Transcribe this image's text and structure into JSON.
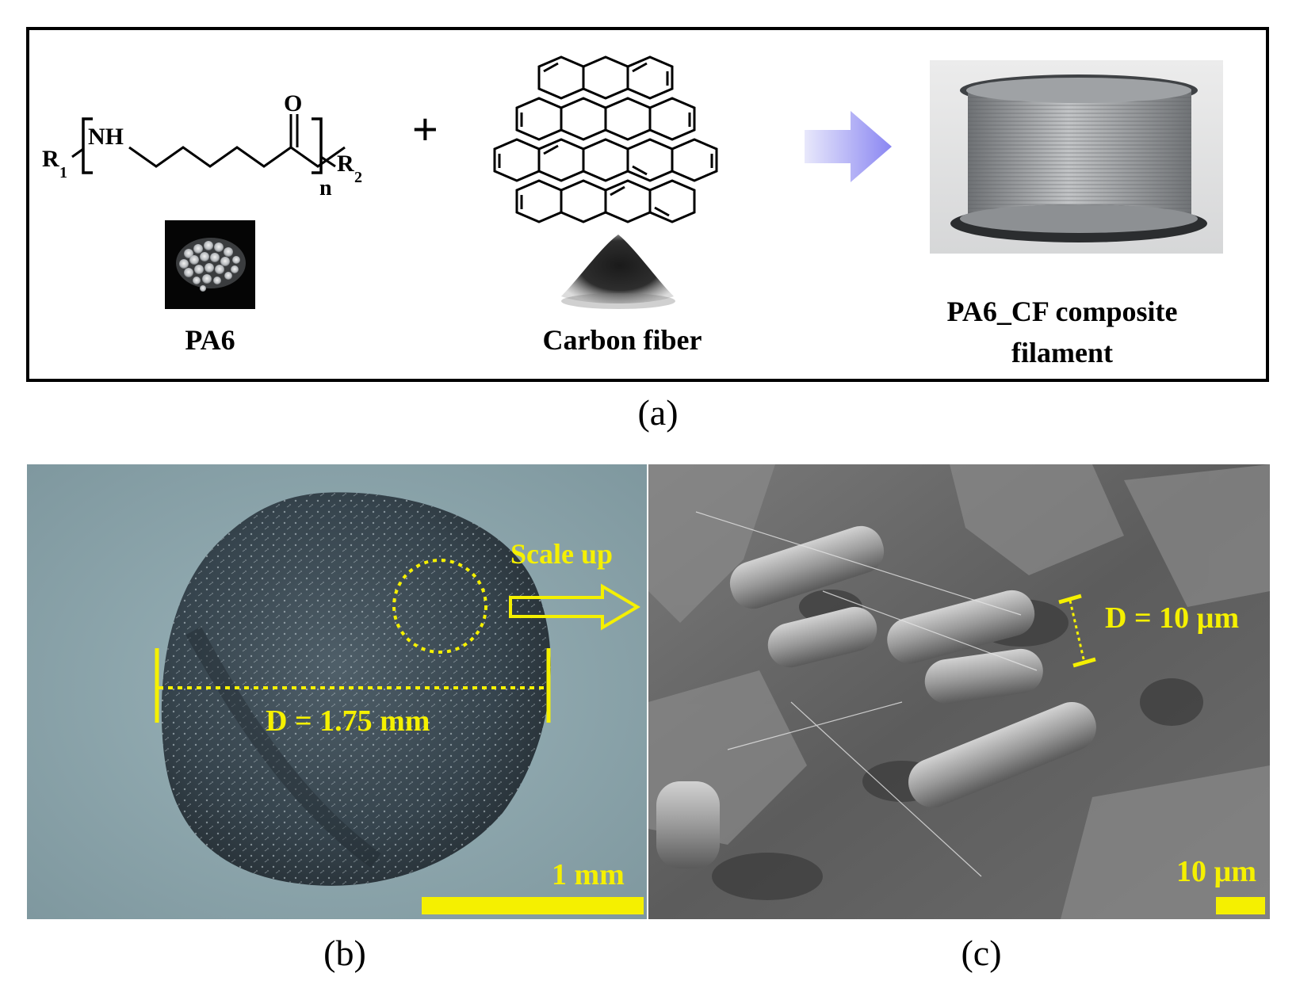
{
  "panel_a": {
    "label": "(a)",
    "pa6": {
      "caption": "PA6",
      "formula": {
        "nh": "NH",
        "o": "O",
        "n": "n",
        "r1": "R",
        "r1_sub": "1",
        "r2": "R",
        "r2_sub": "2"
      }
    },
    "plus": "+",
    "carbon_fiber": {
      "caption": "Carbon fiber"
    },
    "filament": {
      "caption_line1": "PA6_CF composite",
      "caption_line2": "filament"
    }
  },
  "panel_b": {
    "label": "(b)",
    "diameter_label": "D = 1.75 mm",
    "scale_bar_label": "1 mm",
    "scale_up_label": "Scale up"
  },
  "panel_c": {
    "label": "(c)",
    "diameter_label": "D = 10 µm",
    "scale_bar_label": "10 µm"
  },
  "colors": {
    "annotation_yellow": "#f5f000",
    "arrow_blue": "#8a86f2",
    "frame": "#000000"
  }
}
